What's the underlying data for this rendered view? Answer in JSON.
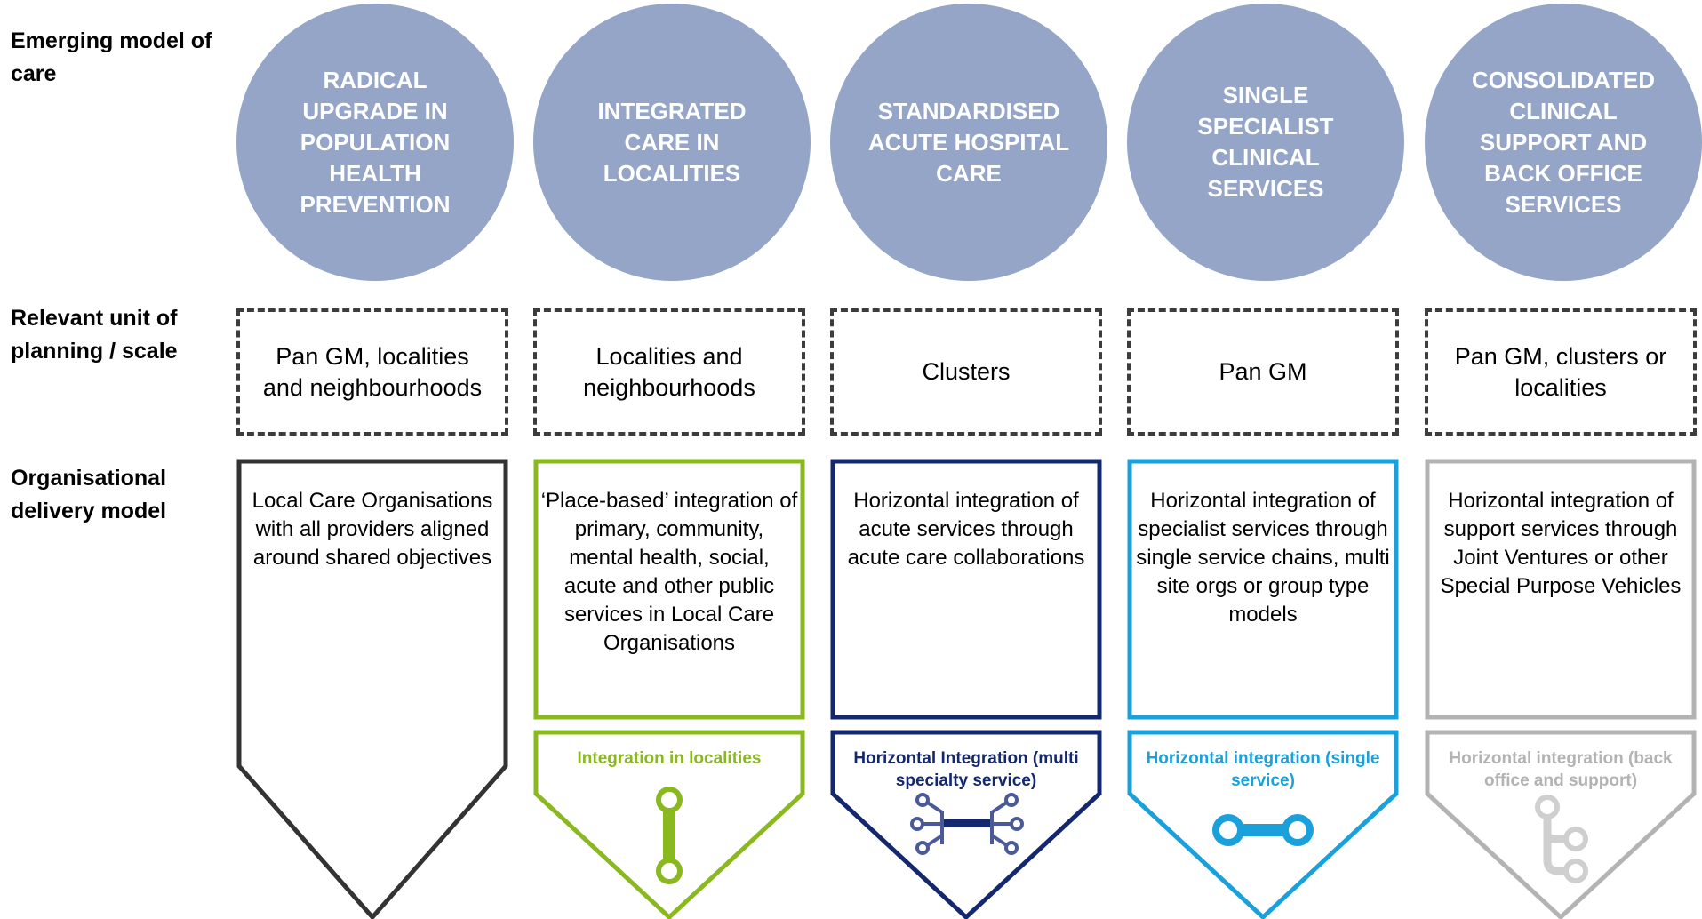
{
  "row_labels": {
    "model_of_care": "Emerging model of care",
    "unit_of_planning": "Relevant unit of planning / scale",
    "delivery_model": "Organisational delivery model"
  },
  "columns": [
    {
      "circle": "RADICAL UPGRADE IN POPULATION HEALTH PREVENTION",
      "scale": "Pan GM, localities and neighbourhoods",
      "delivery": "Local Care Organisations with all providers aligned around shared objectives",
      "integration_label": "",
      "color": "#333333",
      "icon": "none"
    },
    {
      "circle": "INTEGRATED CARE IN LOCALITIES",
      "scale": "Localities and neighbourhoods",
      "delivery": "‘Place-based’ integration of primary, community, mental health, social, acute and other public services in Local Care Organisations",
      "integration_label": "Integration in localities",
      "color": "#8ab81f",
      "icon": "vertical-link-icon"
    },
    {
      "circle": "STANDARDISED ACUTE HOSPITAL CARE",
      "scale": "Clusters",
      "delivery": "Horizontal integration of acute services through acute care collaborations",
      "integration_label": "Horizontal Integration (multi specialty service)",
      "color": "#13286e",
      "icon": "multi-branch-connector-icon"
    },
    {
      "circle": "SINGLE SPECIALIST CLINICAL SERVICES",
      "scale": "Pan GM",
      "delivery": "Horizontal integration of specialist services through single service chains, multi site orgs or group type models",
      "integration_label": "Horizontal integration (single service)",
      "color": "#1aa1dc",
      "icon": "horizontal-link-icon"
    },
    {
      "circle": "CONSOLIDATED CLINICAL SUPPORT AND BACK OFFICE SERVICES",
      "scale": "Pan GM, clusters or localities",
      "delivery": "Horizontal integration of support services through Joint Ventures or other Special Purpose Vehicles",
      "integration_label": "Horizontal integration (back office and support)",
      "color": "#b3b3b3",
      "icon": "branch-connector-icon"
    }
  ],
  "circle_color": "#94a5c7"
}
